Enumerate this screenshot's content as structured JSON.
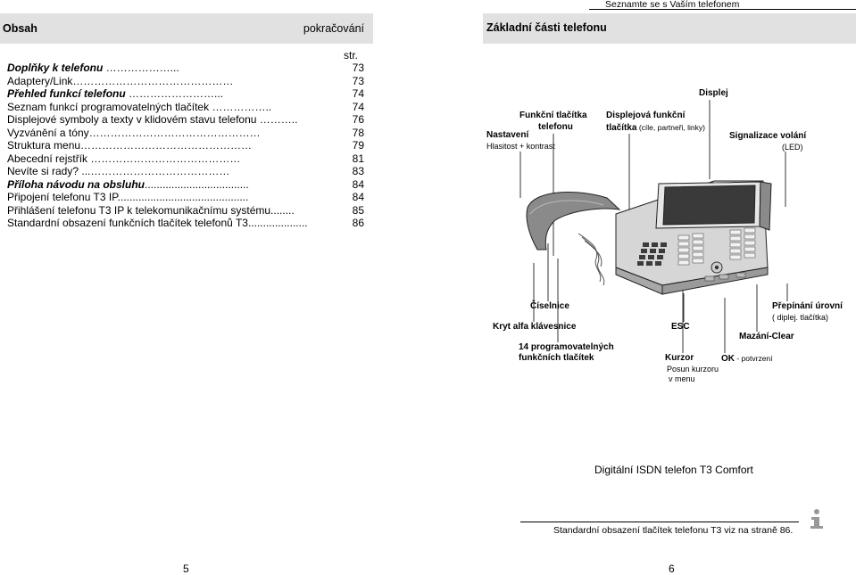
{
  "left_page": {
    "header_title": "Obsah",
    "header_continued": "pokračování",
    "page_col_label": "str.",
    "toc": [
      {
        "title": "Doplňky k telefonu",
        "leader": " ………………...",
        "page": "73",
        "style": "bi"
      },
      {
        "title": "Adaptery/Link",
        "leader": "………………………………………",
        "page": "73",
        "style": ""
      },
      {
        "title": "Přehled funkcí telefonu",
        "leader": " ……………………...",
        "page": "74",
        "style": "bi"
      },
      {
        "title": "Seznam funkcí programovatelných tlačítek",
        "leader": " ……………..",
        "page": "74",
        "style": ""
      },
      {
        "title": "Displejové symboly a texty v klidovém stavu telefonu",
        "leader": " ………..",
        "page": "76",
        "style": ""
      },
      {
        "title": "Vyzvánění a tóny",
        "leader": "…………………………………………",
        "page": "78",
        "style": ""
      },
      {
        "title": "Struktura menu",
        "leader": "…………………………………………",
        "page": "79",
        "style": ""
      },
      {
        "title": "Abecední rejstřík",
        "leader": " ……………………………………",
        "page": "81",
        "style": ""
      },
      {
        "title": "Nevíte si rady?",
        "leader": " ...…………………………………",
        "page": "83",
        "style": ""
      },
      {
        "title": "Příloha návodu na obsluhu",
        "leader": "...................................",
        "page": "84",
        "style": "bi"
      },
      {
        "title": "Připojení telefonu T3 IP",
        "leader": "............................................",
        "page": "84",
        "style": ""
      },
      {
        "title": "Přihlášení telefonu T3 IP k telekomunikačnímu systému",
        "leader": "........",
        "page": "85",
        "style": ""
      },
      {
        "title": "Standardní obsazení funkčních tlačítek telefonů T3",
        "leader": "....................",
        "page": "86",
        "style": ""
      }
    ],
    "page_number": "5"
  },
  "right_page": {
    "running_head": "Seznamte se s Vaším telefonem",
    "header_title": "Základní části telefonu",
    "labels": {
      "displej": "Displej",
      "funkcni_tlacitka_1": "Funkční tlačítka",
      "funkcni_tlacitka_2": "telefonu",
      "displejova_1": "Displejová funkční",
      "displejova_2": "tlačítka",
      "displejova_2_small": " (cíle, partneři, linky)",
      "nastaveni": "Nastavení",
      "hlasitost": "Hlasitost + kontrast",
      "signalizace": "Signalizace volání",
      "led": "(LED)",
      "ciselnice": "Číselnice",
      "prepinani": "Přepínání úrovní",
      "diplej": "( diplej. tlačítka)",
      "kryt": "Kryt alfa klávesnice",
      "esc": "ESC",
      "mazani": "Mazání-Clear",
      "prog_1": "14 programovatelných",
      "prog_2": "funkčních tlačítek",
      "kurzor": "Kurzor",
      "ok": "OK",
      "ok_small": " - potvrzení",
      "posun_1": "Posun kurzoru",
      "posun_2": "v menu"
    },
    "caption": "Digitální ISDN telefon T3 Comfort",
    "note": "Standardní obsazení tlačítek telefonu T3 viz na straně 86.",
    "info_icon": "info-icon",
    "page_number": "6"
  }
}
